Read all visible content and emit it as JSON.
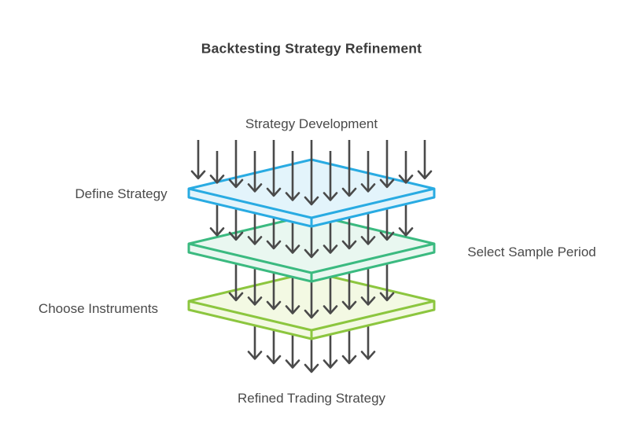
{
  "diagram": {
    "title": "Backtesting Strategy Refinement",
    "source_label": "Strategy Development",
    "result_label": "Refined Trading Strategy",
    "layers": [
      {
        "label": "Define Strategy",
        "label_side": "left",
        "stroke": "#29ABE2",
        "fill": "#E3F4FB"
      },
      {
        "label": "Select Sample Period",
        "label_side": "right",
        "stroke": "#3BBA80",
        "fill": "#E9F7F0"
      },
      {
        "label": "Choose Instruments",
        "label_side": "left",
        "stroke": "#8CC63F",
        "fill": "#F3F9E3"
      }
    ],
    "arrow_color": "#4A4A4A",
    "arrow_counts": {
      "into_top_layer": 13,
      "between_layer_1_and_2": 11,
      "between_layer_2_and_3": 9,
      "out_of_bottom_layer": 7
    },
    "text_colors": {
      "title": "#3C3C3C",
      "labels": "#4A4A4A"
    },
    "background": "#FFFFFF"
  }
}
